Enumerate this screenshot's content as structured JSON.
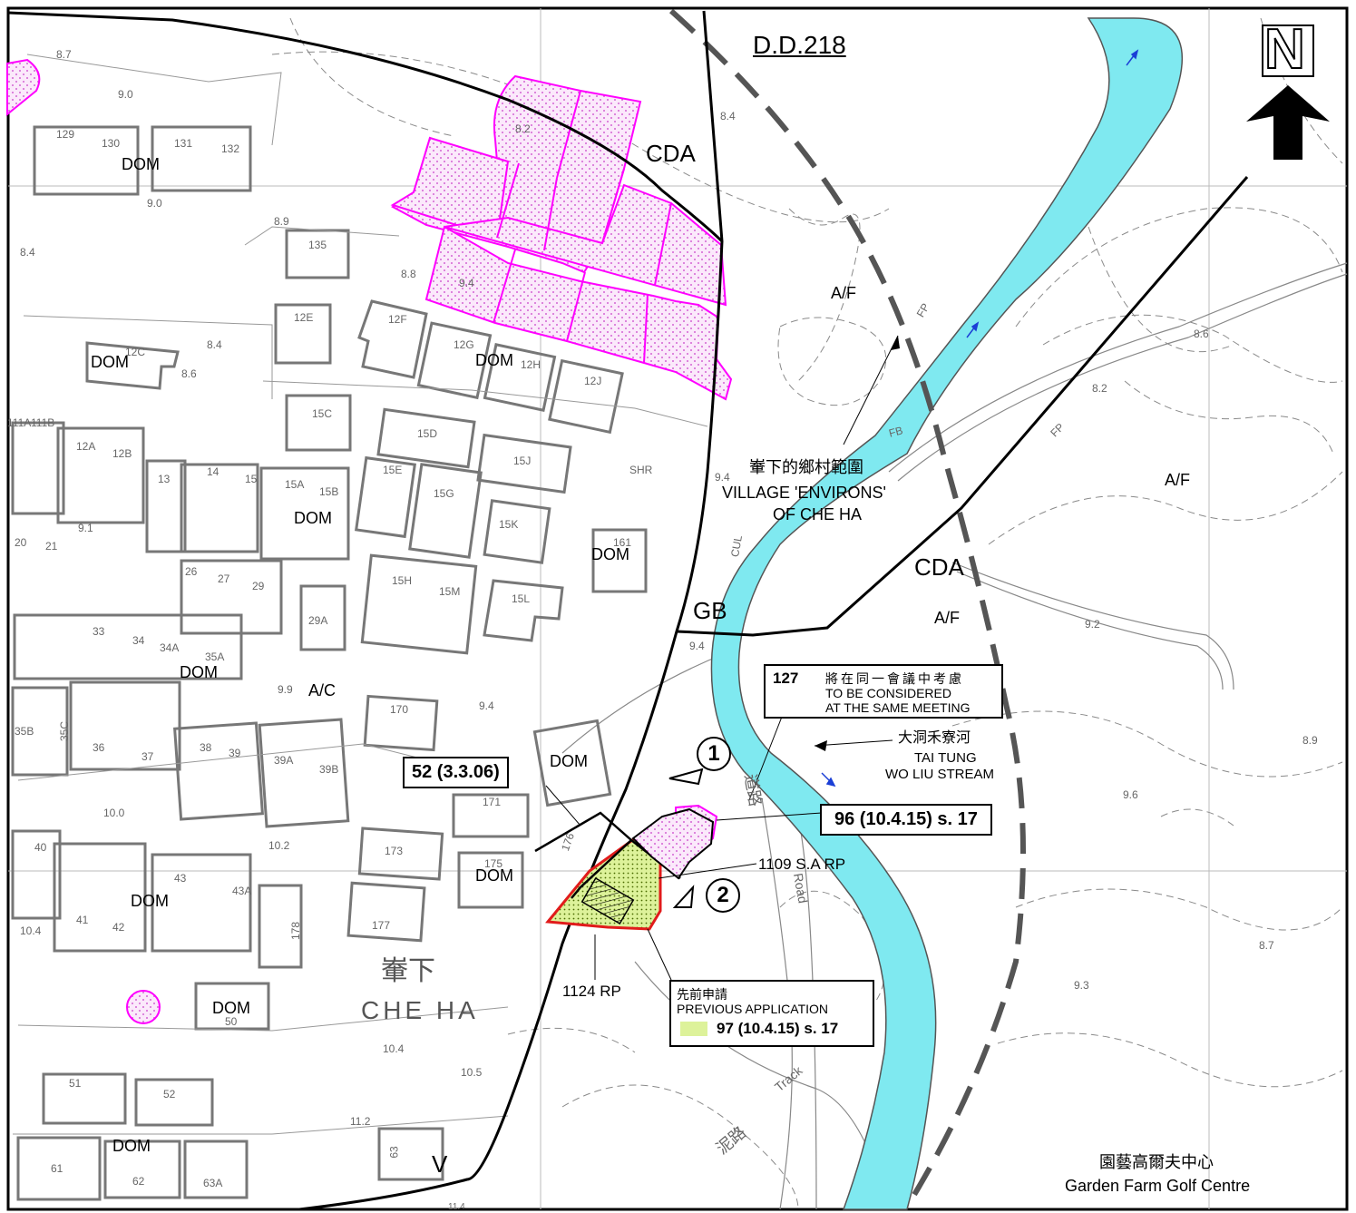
{
  "map": {
    "lot_number_title": "D.D.218",
    "north_label": "N",
    "zones": {
      "cda_top": "CDA",
      "cda_right": "CDA",
      "gb": "GB",
      "v": "V",
      "af_1": "A/F",
      "af_2": "A/F",
      "af_3": "A/F",
      "ac": "A/C"
    },
    "village_environs": {
      "zh": "輋下的鄉村範圍",
      "en_line1": "VILLAGE 'ENVIRONS'",
      "en_line2": "OF CHE HA"
    },
    "village_name": {
      "zh": "輋下",
      "en": "CHE HA"
    },
    "stream": {
      "zh": "大洞禾寮河",
      "en_line1": "TAI TUNG",
      "en_line2": "WO LIU STREAM"
    },
    "road_zh": "道路",
    "road_en": "Road",
    "track_zh": "泥路",
    "track_en": "Track",
    "golf": {
      "zh": "園藝高爾夫中心",
      "en": "Garden Farm Golf Centre"
    },
    "boxes": {
      "app_127_number": "127",
      "app_127_zh": "將在同一會議中考慮",
      "app_127_en1": "TO BE CONSIDERED",
      "app_127_en2": "AT THE SAME MEETING",
      "app_52": "52 (3.3.06)",
      "app_96": "96  (10.4.15) s. 17",
      "prev_zh": "先前申請",
      "prev_en": "PREVIOUS APPLICATION",
      "prev_97": "97  (10.4.15) s. 17"
    },
    "lots": {
      "lot_1109": "1109 S.A RP",
      "lot_1124": "1124 RP"
    },
    "markers": {
      "m1": "1",
      "m2": "2"
    },
    "dom": "DOM",
    "misc": {
      "shr": "SHR",
      "cul": "CUL",
      "fp1": "FP",
      "fp2": "FP",
      "fb": "FB"
    },
    "heights": [
      "8.7",
      "9.0",
      "9.0",
      "8.4",
      "8.9",
      "8.8",
      "8.2",
      "8.4",
      "8.6",
      "8.4",
      "9.4",
      "9.4",
      "9.4",
      "9.9",
      "9.4",
      "10.0",
      "10.2",
      "10.4",
      "10.4",
      "10.5",
      "11.2",
      "11.4",
      "8.6",
      "8.2",
      "9.2",
      "8.9",
      "9.6",
      "8.7",
      "9.3",
      "9.1",
      "8.7",
      "9.4"
    ],
    "house_numbers": [
      "129",
      "130",
      "131",
      "132",
      "135",
      "12E",
      "12F",
      "12G",
      "12H",
      "12J",
      "12C",
      "15C",
      "15D",
      "15E",
      "15J",
      "15G",
      "15K",
      "15A",
      "15B",
      "13",
      "14",
      "15",
      "12A",
      "12B",
      "111A",
      "111B",
      "161",
      "15H",
      "15M",
      "15L",
      "20",
      "21",
      "26",
      "27",
      "29",
      "29A",
      "33",
      "34",
      "34A",
      "35A",
      "35B",
      "35C",
      "36",
      "37",
      "38",
      "39",
      "39A",
      "39B",
      "170",
      "171",
      "176",
      "175",
      "173",
      "177",
      "178",
      "40",
      "41",
      "42",
      "43",
      "43A",
      "50",
      "51",
      "52",
      "61",
      "62",
      "63",
      "63A"
    ],
    "colors": {
      "stream": "#7fe9f0",
      "application_pink": "#ff00ff",
      "application_green": "#ddf29a",
      "boundary_red": "#e11b1b"
    }
  }
}
